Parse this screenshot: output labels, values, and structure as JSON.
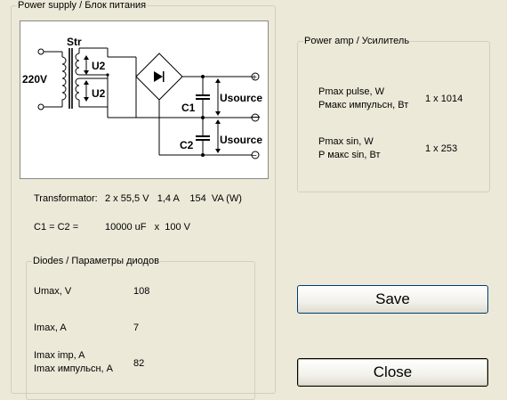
{
  "power_supply": {
    "title": "Power supply / Блок питания",
    "schematic": {
      "voltage_in": "220V",
      "transformer": "Str",
      "winding_top": "U2",
      "winding_bottom": "U2",
      "cap1": "C1",
      "cap2": "C2",
      "usource_top": "Usource",
      "usource_bottom": "Usource",
      "plus": "+",
      "minus": "−"
    },
    "transformator_label": "Transformator:",
    "transformator_value": "2 x 55,5 V   1,4 A    154  VA (W)",
    "caps_label": "C1 = C2 =",
    "caps_value": "10000 uF   x  100 V"
  },
  "diodes": {
    "title": "Diodes / Параметры диодов",
    "rows": [
      {
        "label_line1": "Umax, V",
        "label_line2": "",
        "value": "108"
      },
      {
        "label_line1": "Imax, A",
        "label_line2": "",
        "value": "7"
      },
      {
        "label_line1": "Imax imp, A",
        "label_line2": "Imax импульсн, A",
        "value": "82"
      }
    ]
  },
  "power_amp": {
    "title": "Power amp / Усилитель",
    "rows": [
      {
        "label_line1": "Pmax pulse, W",
        "label_line2": "Pмакс импульсн, Вт",
        "value": "1 x 1014"
      },
      {
        "label_line1": "Pmax sin, W",
        "label_line2": "P макс sin, Вт",
        "value": "1 x 253"
      }
    ]
  },
  "buttons": {
    "save": "Save",
    "close": "Close"
  }
}
